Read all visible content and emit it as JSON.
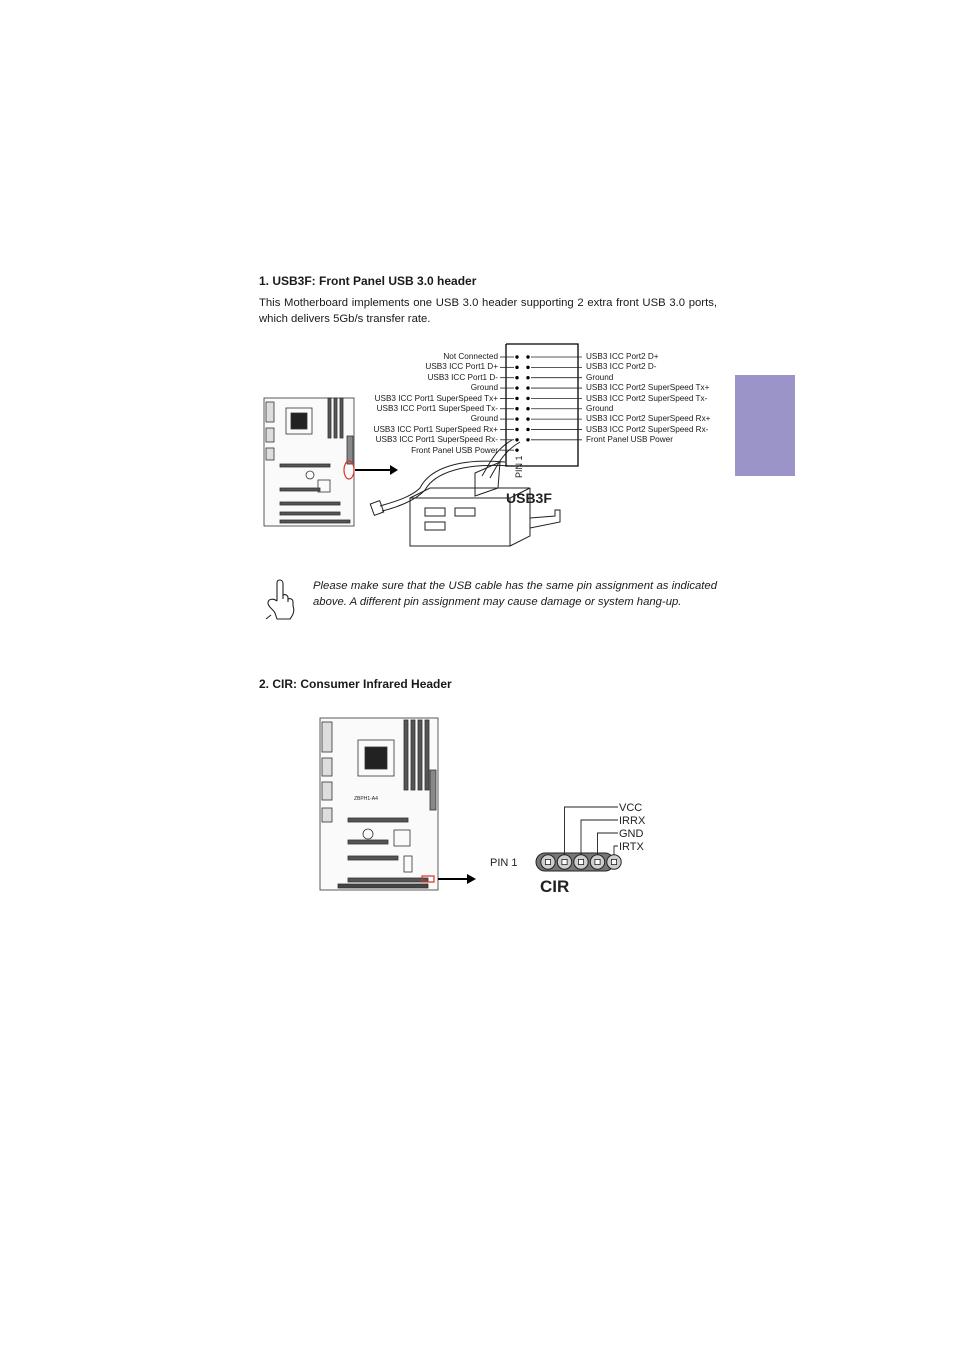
{
  "side_tab": {
    "color": "#9a94c9"
  },
  "section1": {
    "heading": "1. USB3F: Front Panel USB 3.0 header",
    "description": "This Motherboard implements one USB 3.0 header supporting 2 extra front USB 3.0 ports, which delivers 5Gb/s transfer rate.",
    "connector_name": "USB3F",
    "pin1_label": "PIN 1",
    "left_pins": [
      "Not Connected",
      "USB3 ICC Port1 D+",
      "USB3 ICC Port1 D-",
      "Ground",
      "USB3 ICC Port1 SuperSpeed Tx+",
      "USB3 ICC Port1 SuperSpeed Tx-",
      "Ground",
      "USB3 ICC Port1 SuperSpeed Rx+",
      "USB3 ICC Port1 SuperSpeed Rx-",
      "Front Panel USB Power"
    ],
    "right_pins": [
      "USB3 ICC Port2 D+",
      "USB3 ICC Port2 D-",
      "Ground",
      "USB3 ICC Port2 SuperSpeed Tx+",
      "USB3 ICC Port2 SuperSpeed Tx-",
      "Ground",
      "USB3 ICC Port2 SuperSpeed Rx+",
      "USB3 ICC Port2 SuperSpeed Rx-",
      "Front Panel USB Power"
    ],
    "note": "Please make sure that the USB cable has the same pin assignment as indicated above. A different pin assignment may cause damage or system hang-up.",
    "note_icon": "pointing-hand-icon",
    "highlight_color": "#d9332b"
  },
  "section2": {
    "heading": "2. CIR: Consumer Infrared Header",
    "connector_name": "CIR",
    "pin1_label": "PIN 1",
    "pins": [
      "VCC",
      "IRRX",
      "GND",
      "IRTX"
    ],
    "board_model": "ZBPH1-A4"
  }
}
